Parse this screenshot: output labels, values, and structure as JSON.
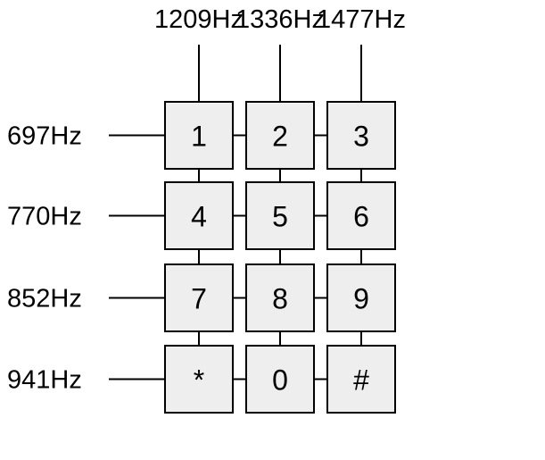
{
  "column_frequencies": [
    "1209Hz",
    "1336Hz",
    "1477Hz"
  ],
  "row_frequencies": [
    "697Hz",
    "770Hz",
    "852Hz",
    "941Hz"
  ],
  "keys": [
    [
      "1",
      "2",
      "3"
    ],
    [
      "4",
      "5",
      "6"
    ],
    [
      "7",
      "8",
      "9"
    ],
    [
      "*",
      "0",
      "#"
    ]
  ],
  "colors": {
    "key_fill": "#eeeeee",
    "line": "#000000",
    "text": "#000000"
  }
}
